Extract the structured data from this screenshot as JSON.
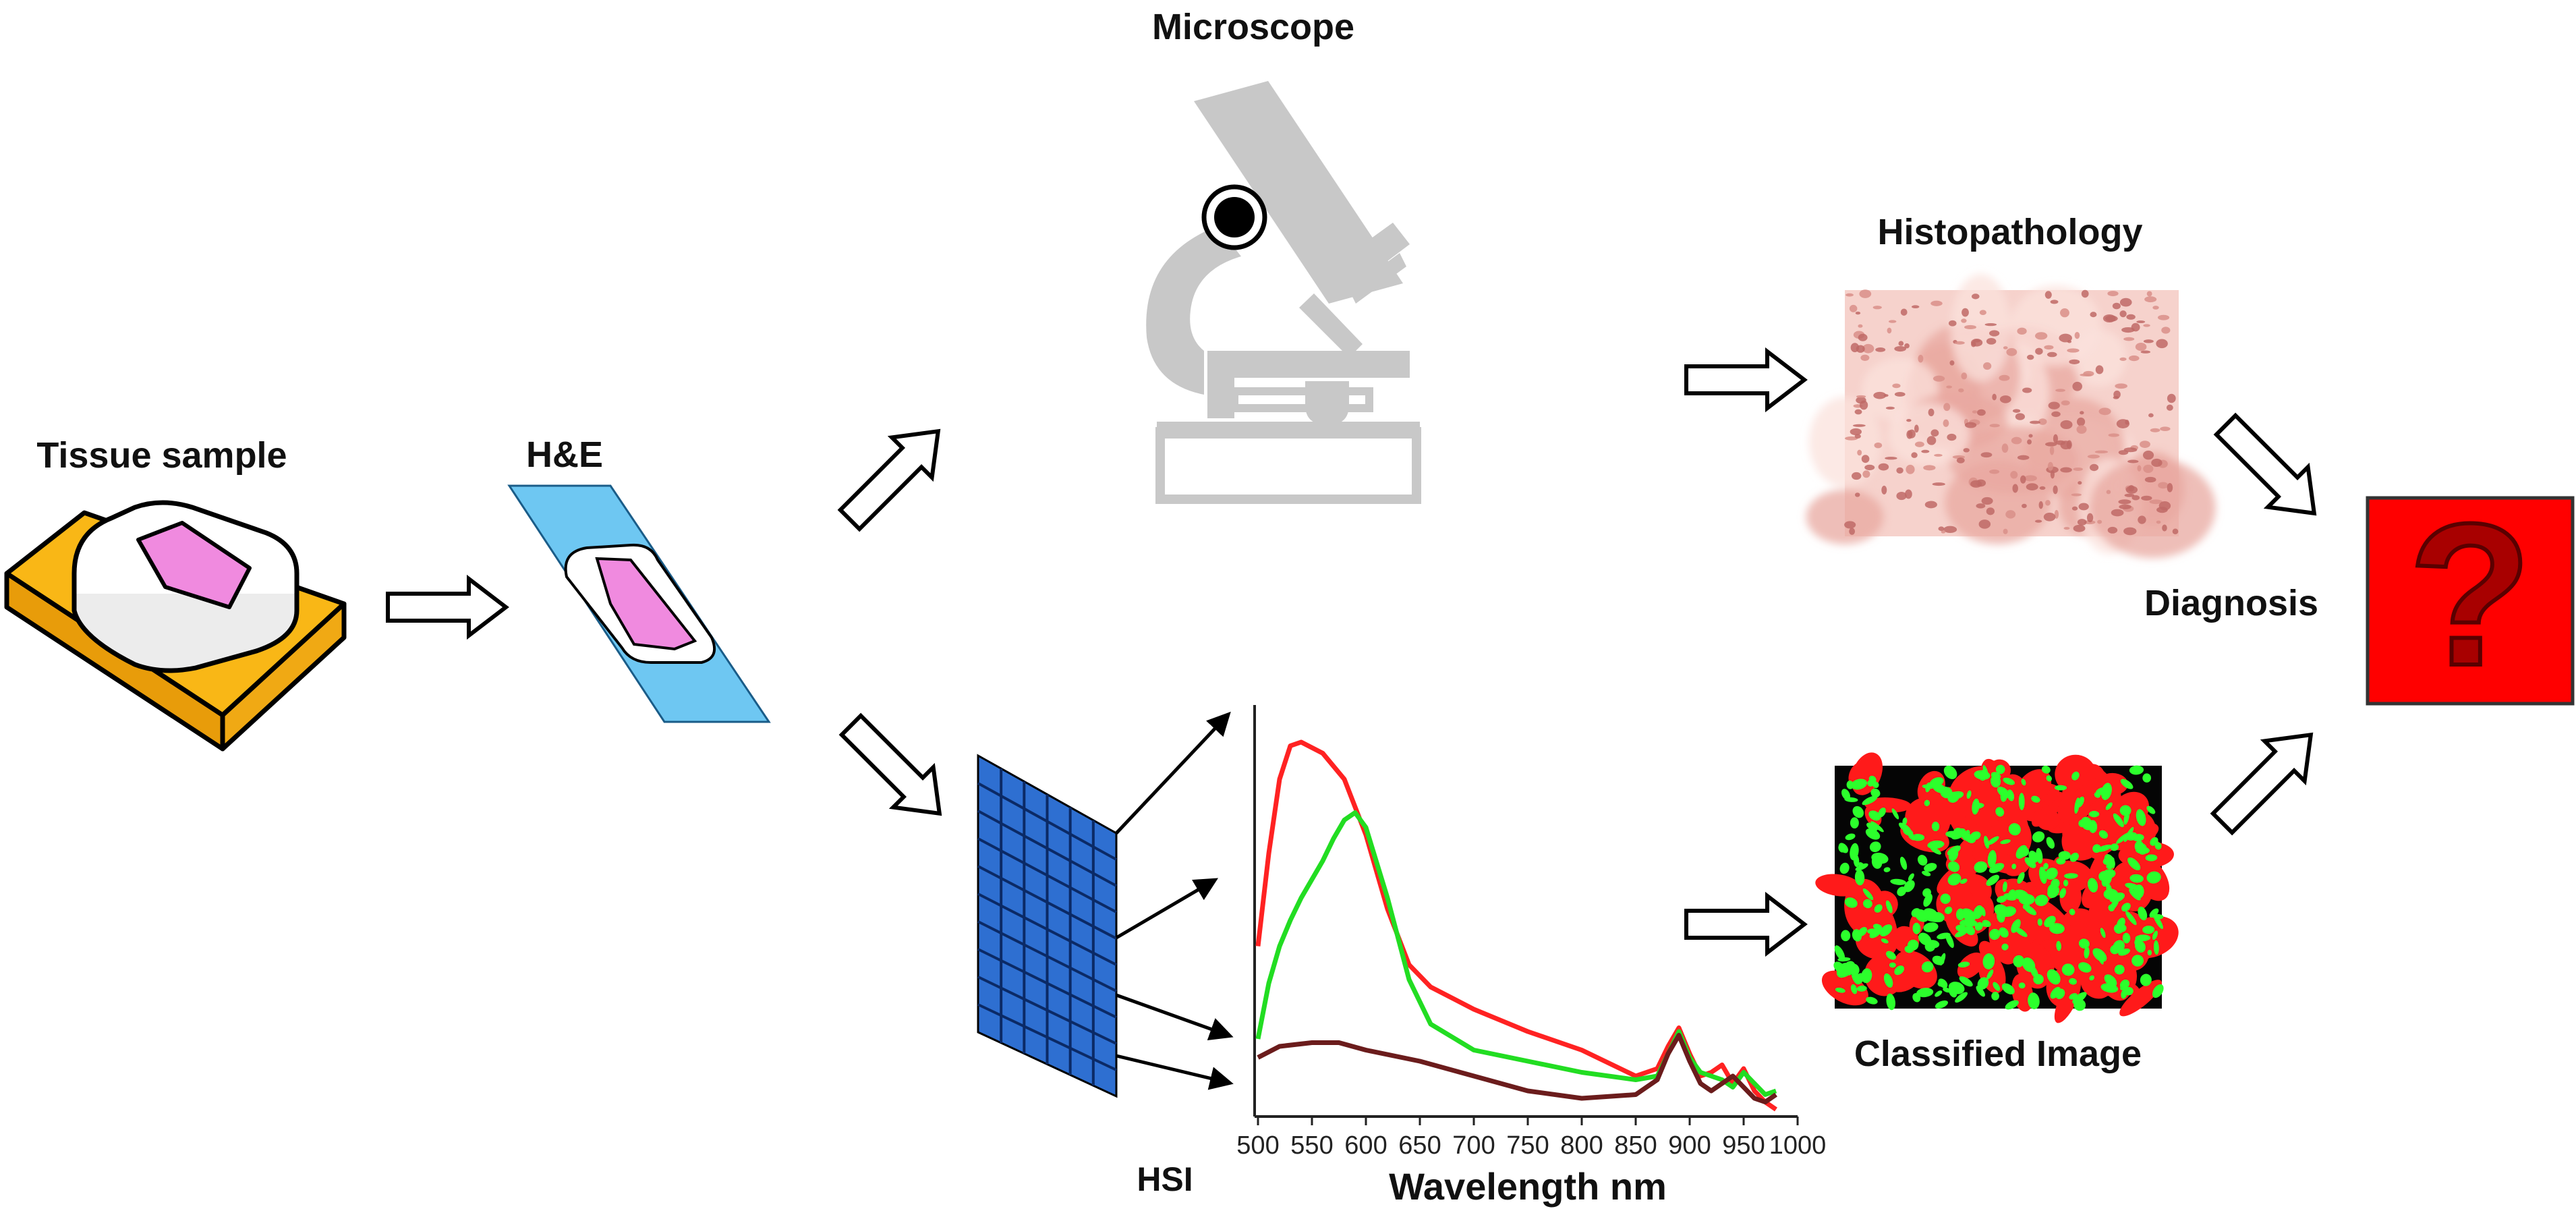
{
  "labels": {
    "tissue_sample": "Tissue sample",
    "he": "H&E",
    "microscope": "Microscope",
    "histopathology": "Histopathology",
    "diagnosis": "Diagnosis",
    "hsi": "HSI",
    "classified_image": "Classified Image",
    "question_mark": "?"
  },
  "chart_data": {
    "type": "line",
    "xlabel": "Wavelength nm",
    "ylabel": "",
    "xlim": [
      500,
      1000
    ],
    "xticks": [
      "500",
      "550",
      "600",
      "650",
      "700",
      "750",
      "800",
      "850",
      "900",
      "950",
      "1000"
    ],
    "series": [
      {
        "color": "#ff2222",
        "x": [
          500,
          510,
          520,
          530,
          540,
          560,
          580,
          600,
          620,
          640,
          660,
          700,
          750,
          800,
          850,
          870,
          880,
          890,
          900,
          910,
          920,
          930,
          940,
          950,
          960,
          970,
          980
        ],
        "y": [
          0.45,
          0.7,
          0.9,
          0.99,
          1.0,
          0.97,
          0.9,
          0.75,
          0.55,
          0.4,
          0.34,
          0.28,
          0.22,
          0.17,
          0.1,
          0.12,
          0.18,
          0.23,
          0.16,
          0.1,
          0.11,
          0.13,
          0.08,
          0.12,
          0.06,
          0.03,
          0.01
        ]
      },
      {
        "color": "#22dd22",
        "x": [
          500,
          510,
          520,
          530,
          540,
          560,
          570,
          580,
          590,
          600,
          620,
          640,
          660,
          700,
          750,
          800,
          850,
          870,
          880,
          890,
          900,
          910,
          920,
          930,
          940,
          950,
          960,
          970,
          980
        ],
        "y": [
          0.2,
          0.35,
          0.45,
          0.52,
          0.58,
          0.68,
          0.74,
          0.79,
          0.81,
          0.77,
          0.58,
          0.36,
          0.24,
          0.17,
          0.14,
          0.11,
          0.09,
          0.1,
          0.16,
          0.22,
          0.15,
          0.11,
          0.1,
          0.09,
          0.07,
          0.11,
          0.08,
          0.05,
          0.06
        ]
      },
      {
        "color": "#6b1c1c",
        "x": [
          500,
          520,
          550,
          575,
          600,
          650,
          700,
          750,
          800,
          850,
          870,
          880,
          890,
          900,
          910,
          920,
          930,
          940,
          950,
          960,
          970,
          980
        ],
        "y": [
          0.15,
          0.18,
          0.19,
          0.19,
          0.17,
          0.14,
          0.1,
          0.06,
          0.04,
          0.05,
          0.09,
          0.16,
          0.21,
          0.14,
          0.08,
          0.06,
          0.08,
          0.1,
          0.07,
          0.04,
          0.03,
          0.05
        ]
      }
    ]
  },
  "colors": {
    "tissue": "#f08adf",
    "cassette": "#f9b716",
    "slide": "#6ec7f2",
    "microscope": "#c8c8c8",
    "hsi_cube": "#2e6fd1",
    "diagnosis_box": "#ff0000",
    "question_mark": "#a80000"
  }
}
